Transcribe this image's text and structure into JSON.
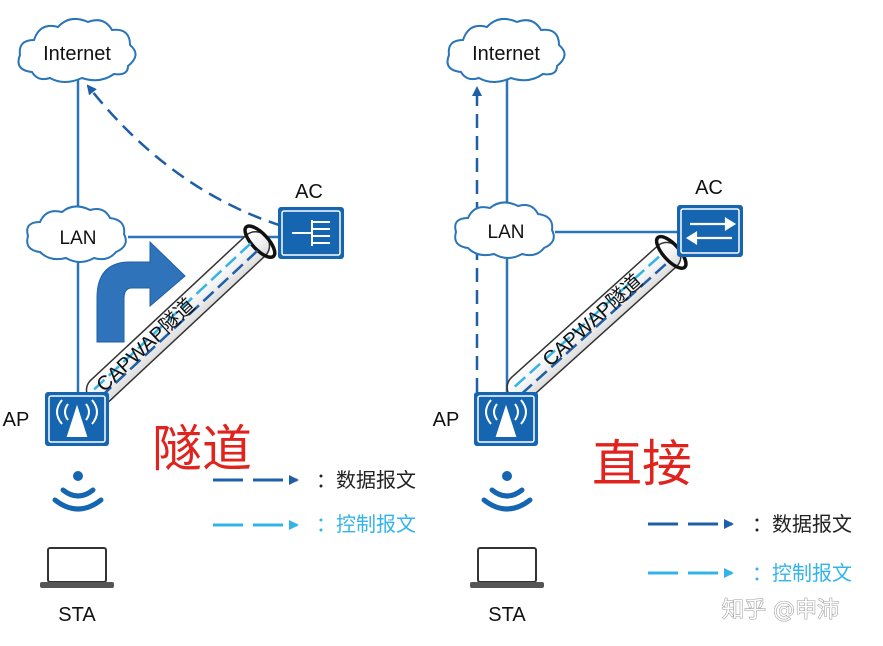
{
  "colors": {
    "link": "#2a74b8",
    "device": "#1565b0",
    "data_flow": "#1f5fa8",
    "control_flow": "#33b4e8",
    "highlight": "#e0231d",
    "cloud_stroke": "#2a74b8"
  },
  "left": {
    "internet": "Internet",
    "lan": "LAN",
    "ac": "AC",
    "ap": "AP",
    "sta": "STA",
    "tunnel": "CAPWAP隧道",
    "mode": "隧道",
    "legend_data": "：数据报文",
    "legend_control": "：控制报文"
  },
  "right": {
    "internet": "Internet",
    "lan": "LAN",
    "ac": "AC",
    "ap": "AP",
    "sta": "STA",
    "tunnel": "CAPWAP隧道",
    "mode": "直接",
    "legend_data": "：数据报文",
    "legend_control": "：控制报文"
  },
  "watermark": "知乎 @申沛"
}
